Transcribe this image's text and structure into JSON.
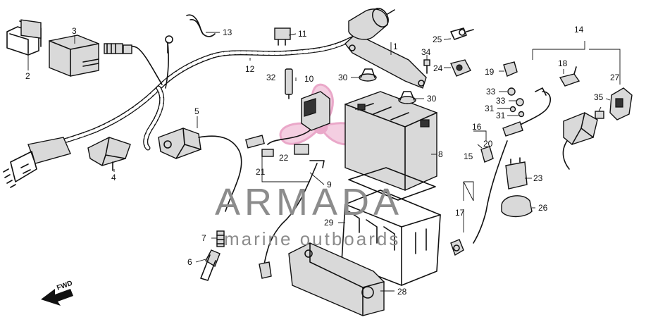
{
  "callouts": {
    "c1": "1",
    "c2": "2",
    "c3": "3",
    "c4": "4",
    "c5": "5",
    "c6": "6",
    "c7": "7",
    "c8": "8",
    "c9": "9",
    "c10": "10",
    "c11": "11",
    "c12": "12",
    "c13": "13",
    "c14": "14",
    "c15": "15",
    "c16": "16",
    "c17": "17",
    "c18": "18",
    "c19": "19",
    "c20": "20",
    "c21": "21",
    "c22": "22",
    "c23": "23",
    "c24": "24",
    "c25": "25",
    "c26": "26",
    "c27": "27",
    "c28": "28",
    "c29": "29",
    "c30a": "30",
    "c30b": "30",
    "c31a": "31",
    "c31b": "31",
    "c32": "32",
    "c33a": "33",
    "c33b": "33",
    "c34": "34",
    "c35": "35"
  },
  "fwd_label": "FWD",
  "watermark": {
    "brand": "ARMADA",
    "tagline": "marine outboards",
    "logo_color": "#e79ac0"
  },
  "colors": {
    "ink": "#111111",
    "watermark_gray": "#8c8c8c",
    "logo_pink": "#e79ac0"
  }
}
